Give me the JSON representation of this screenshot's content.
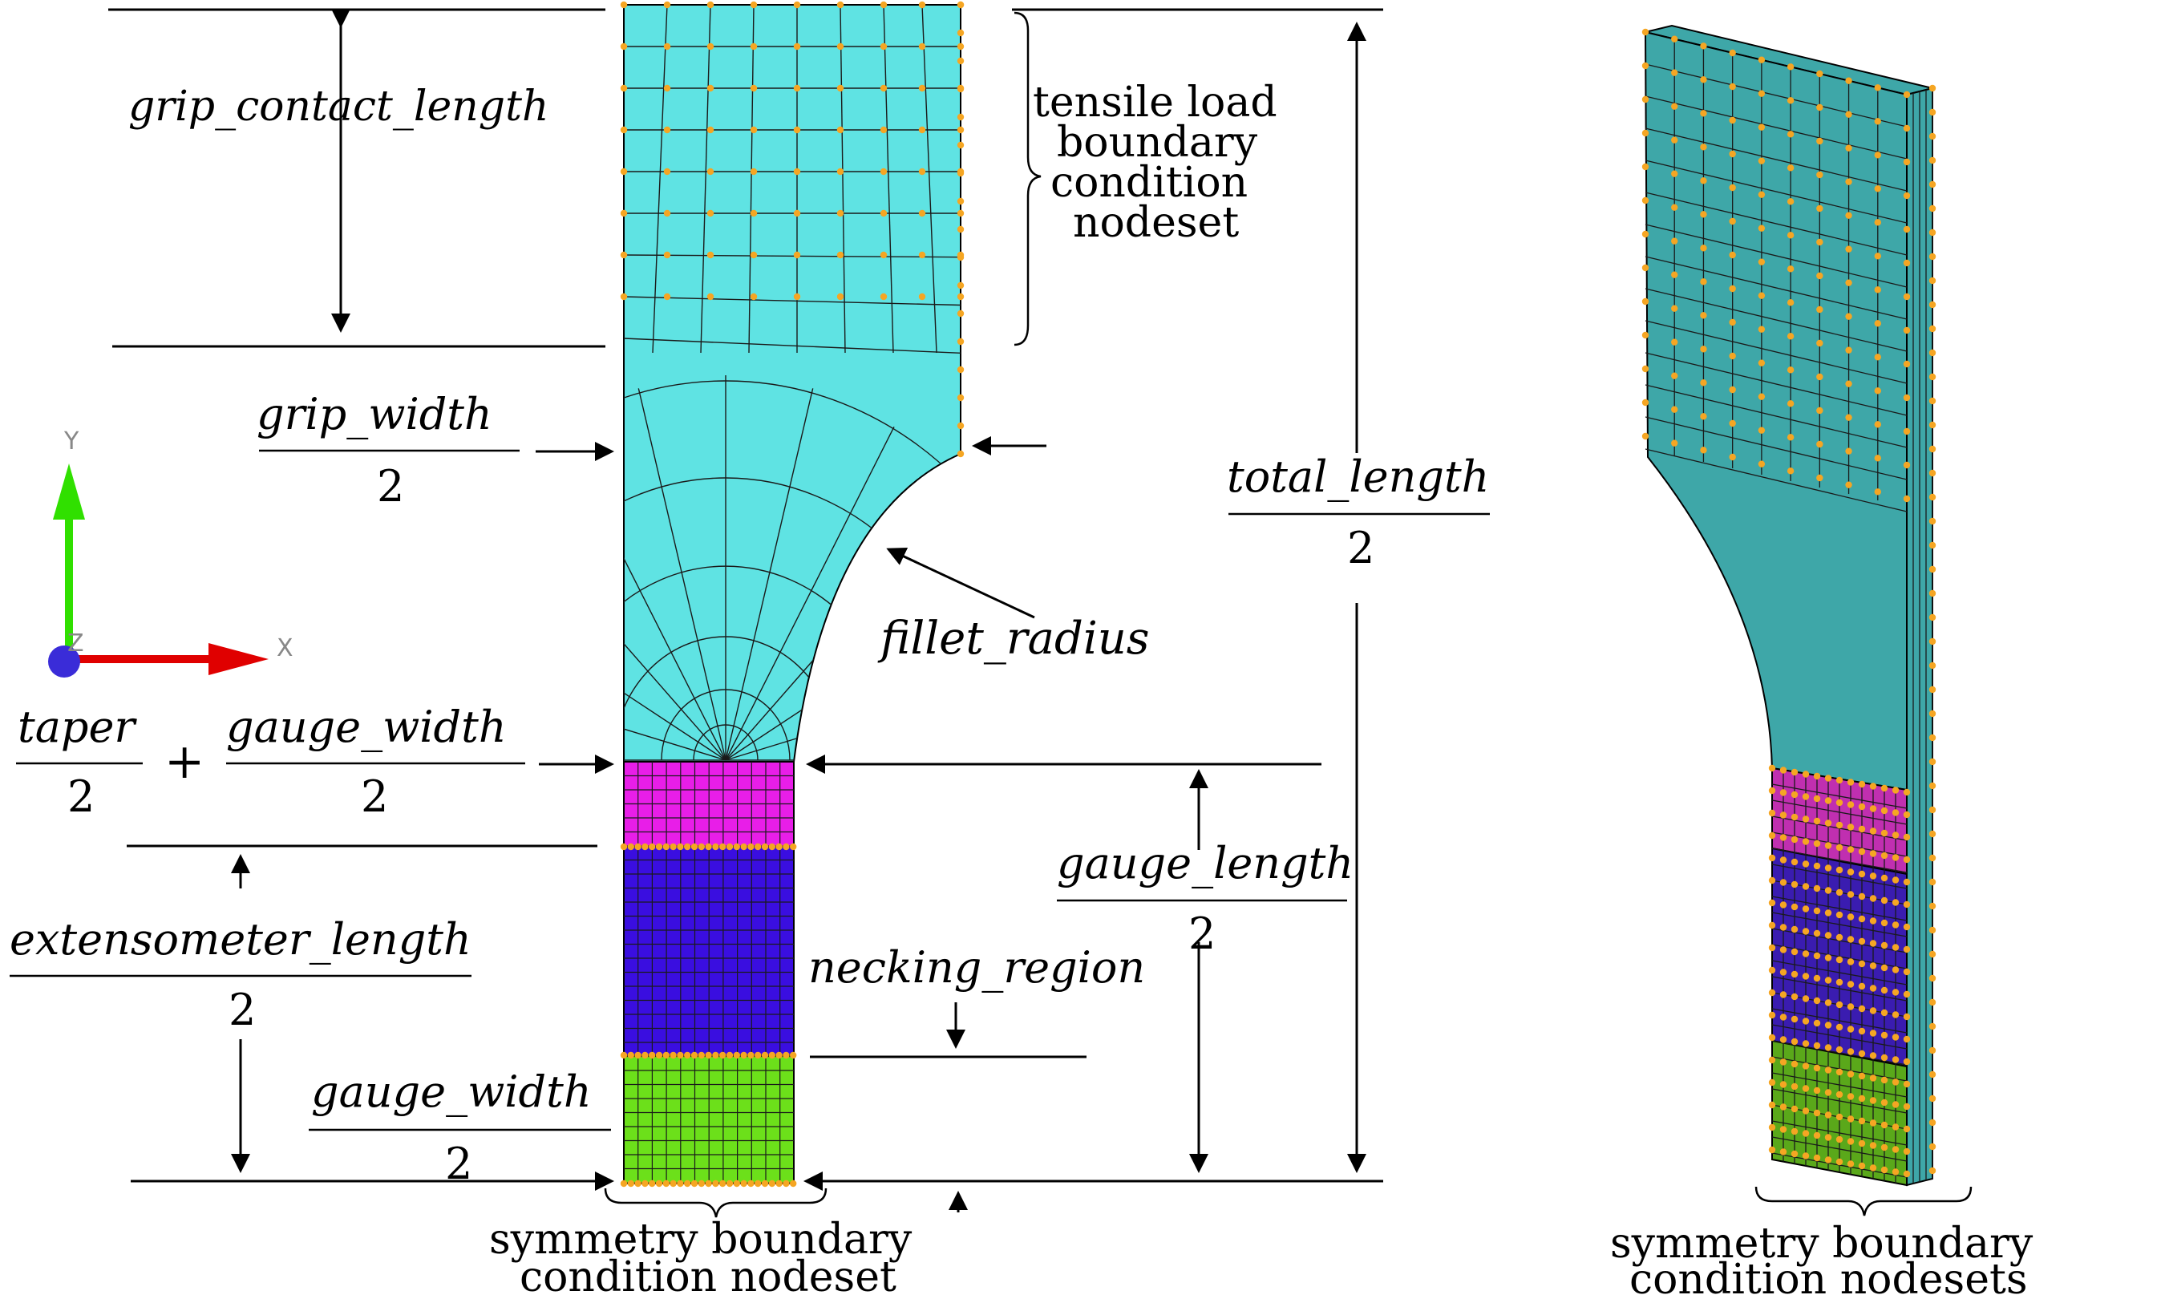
{
  "labels": {
    "grip_contact_length": "grip_contact_length",
    "grip_width": "grip_width",
    "total_length": "total_length",
    "fillet_radius": "fillet_radius",
    "taper": "taper",
    "gauge_width": "gauge_width",
    "gauge_width_bottom": "gauge_width",
    "gauge_length": "gauge_length",
    "extensometer_length": "extensometer_length",
    "necking_region": "necking_region",
    "denominator": "2",
    "plus": "+"
  },
  "notes": {
    "tensile_line1": "tensile load",
    "tensile_line2": "boundary",
    "tensile_line3": "condition",
    "tensile_line4": "nodeset",
    "sym2d_line1": "symmetry boundary",
    "sym2d_line2": "condition nodeset",
    "sym3d_line1": "symmetry boundary",
    "sym3d_line2": "condition nodesets"
  },
  "axes": {
    "x": "X",
    "y": "Y",
    "z": "Z"
  },
  "colors": {
    "grip": "#5fe3e3",
    "gauge_upper": "#e81ee8",
    "necking": "#3a0ee0",
    "extensometer": "#6ce01a",
    "node": "#f5a623",
    "grip3d": "#3ea7a8",
    "gauge_upper3d": "#c02fb0",
    "necking3d": "#3a1cb0",
    "extensometer3d": "#5aa81a",
    "axis_x": "#e00000",
    "axis_y": "#30e000",
    "axis_z": "#3a2cd8"
  }
}
